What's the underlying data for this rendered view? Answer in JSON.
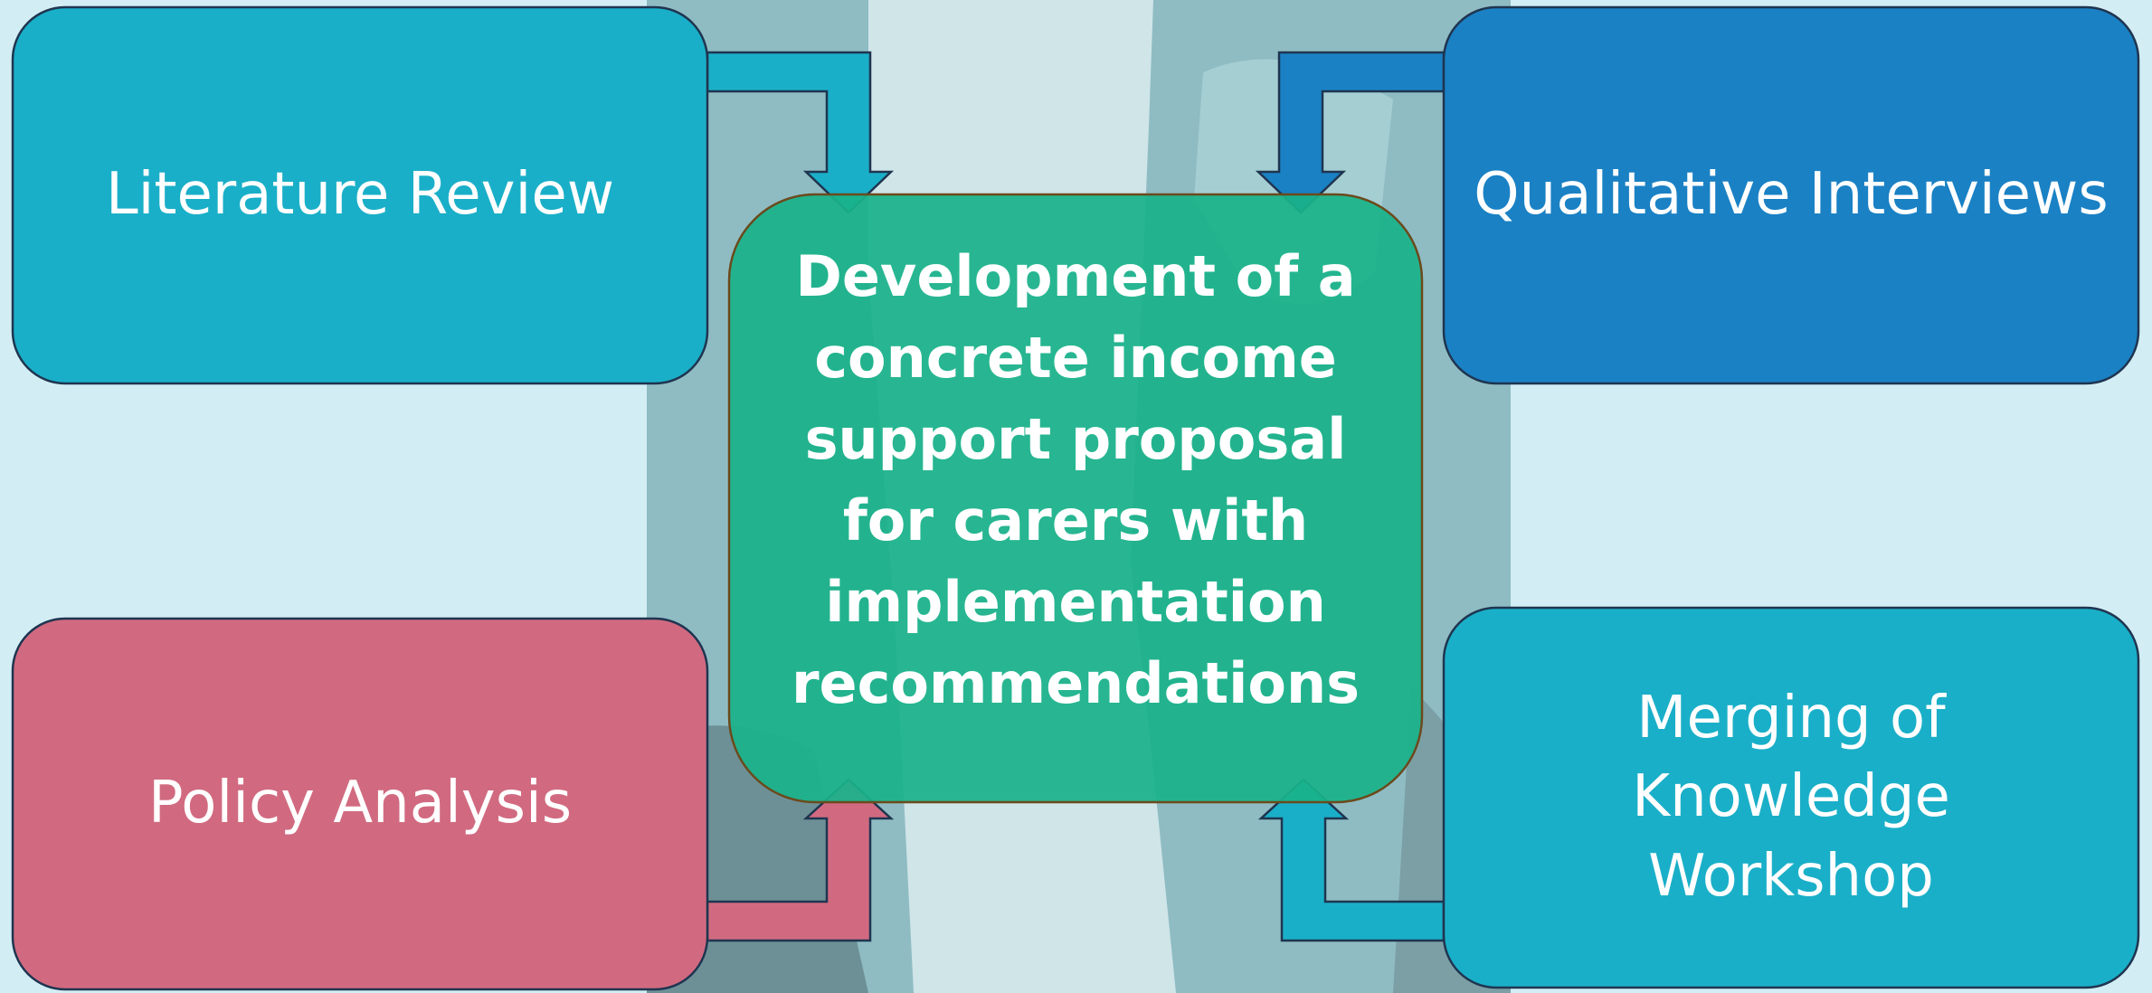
{
  "diagram": {
    "center": {
      "label": "Development of a concrete income support proposal for carers with implementation recommendations",
      "fill": "#1ab38a"
    },
    "boxes": {
      "literature_review": {
        "label": "Literature Review",
        "fill": "#1aafc8"
      },
      "qualitative_interviews": {
        "label": "Qualitative Interviews",
        "fill": "#1a81c4"
      },
      "policy_analysis": {
        "label": "Policy Analysis",
        "fill": "#d16a80"
      },
      "merging_workshop": {
        "label": "Merging of Knowledge Workshop",
        "fill": "#1aafc8"
      }
    },
    "background": {
      "page": "#d2eef4",
      "photo": "#8fbcc3",
      "stroke": "#1f3550"
    }
  }
}
